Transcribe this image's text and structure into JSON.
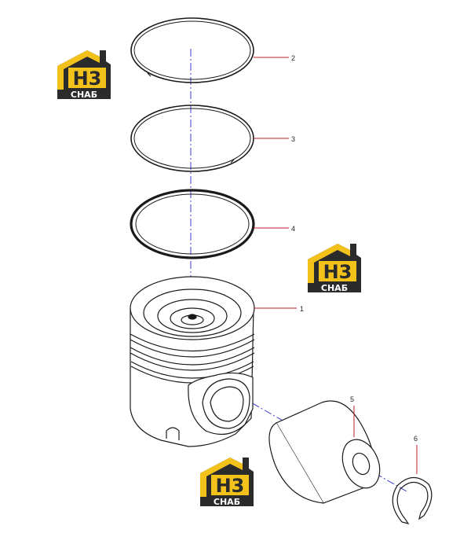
{
  "diagram": {
    "callouts": [
      {
        "id": "2"
      },
      {
        "id": "3"
      },
      {
        "id": "4"
      },
      {
        "id": "1"
      },
      {
        "id": "5"
      },
      {
        "id": "6"
      }
    ]
  },
  "watermark": {
    "letters": "H3",
    "word": "СНАБ"
  },
  "colors": {
    "leader": "#c0202a",
    "axis": "#3b3bd6",
    "line": "#1a1a1a",
    "brand_yellow": "#f2c21b",
    "brand_dark": "#2b2b2b"
  }
}
